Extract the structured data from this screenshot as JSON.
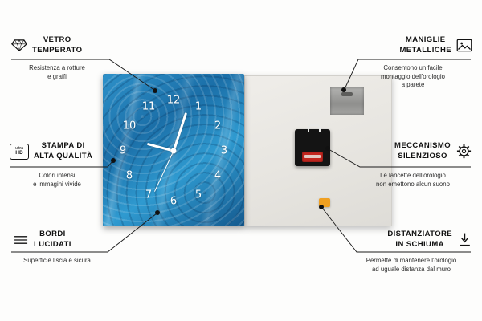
{
  "callouts": {
    "vetro": {
      "title": "VETRO\nTEMPERATO",
      "subtitle": "Resistenza a rotture\ne graffi"
    },
    "stampa": {
      "title": "STAMPA DI\nALTA QUALITÀ",
      "subtitle": "Colori intensi\ne immagini vivide"
    },
    "bordi": {
      "title": "BORDI\nLUCIDATI",
      "subtitle": "Superficie liscia e sicura"
    },
    "maniglie": {
      "title": "MANIGLIE\nMETALLICHE",
      "subtitle": "Consentono un facile\nmontaggio dell'orologio\na parete"
    },
    "meccanismo": {
      "title": "MECCANISMO\nSILENZIOSO",
      "subtitle": "Le lancette dell'orologio\nnon emettono alcun suono"
    },
    "distanziatore": {
      "title": "DISTANZIATORE\nIN SCHIUMA",
      "subtitle": "Permette di mantenere l'orologio\nad uguale distanza dal muro"
    }
  },
  "icons": {
    "ultra_label": "ultra",
    "hd_label": "HD"
  },
  "clock": {
    "numbers": [
      "1",
      "2",
      "3",
      "4",
      "5",
      "6",
      "7",
      "8",
      "9",
      "10",
      "11",
      "12"
    ]
  },
  "colors": {
    "clock_face_blue": "#1f7fb5",
    "foam_orange": "#f0a021",
    "battery_red": "#c3271f",
    "line_black": "#1a1a1a"
  }
}
